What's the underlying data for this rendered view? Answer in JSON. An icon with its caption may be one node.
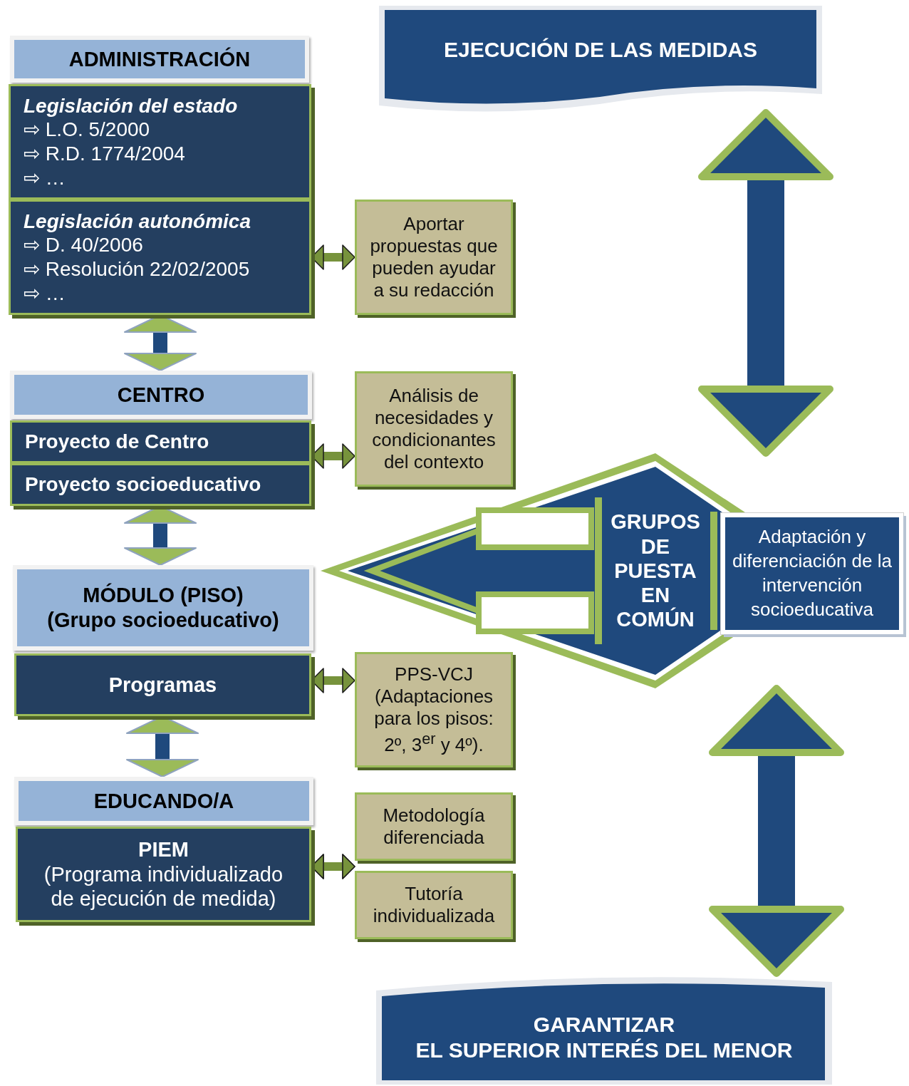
{
  "diagram": {
    "nodes": [
      {
        "text": [
          "ADMINISTRACIÓN"
        ]
      },
      {
        "text": [
          "Legislación del estado",
          "⇨ L.O. 5/2000",
          "⇨ R.D. 1774/2004",
          "⇨ …"
        ]
      },
      {
        "text": [
          "Legislación autonómica",
          "⇨ D. 40/2006",
          "⇨ Resolución 22/02/2005",
          "⇨ …"
        ]
      },
      {
        "text": [
          "Aportar propuestas que pueden ayudar a su redacción"
        ]
      },
      {
        "text": [
          "CENTRO"
        ]
      },
      {
        "text": [
          "Proyecto de Centro"
        ]
      },
      {
        "text": [
          "Proyecto socioeducativo"
        ]
      },
      {
        "text": [
          "Análisis de necesidades y condicionantes del contexto"
        ]
      },
      {
        "text": [
          "MÓDULO (PISO)",
          "(Grupo socioeducativo)"
        ]
      },
      {
        "text": [
          "Programas"
        ]
      },
      {
        "text": [
          "PPS-VCJ",
          "(Adaptaciones para los pisos: 2º, 3$^{er}$ y 4º)."
        ]
      },
      {
        "text": [
          "EDUCANDO/A"
        ]
      },
      {
        "text": [
          "PIEM",
          "(Programa individualizado de ejecución de medida)"
        ]
      },
      {
        "text": [
          "Metodología diferenciada"
        ]
      },
      {
        "text": [
          "Tutoría individualizada"
        ]
      },
      {
        "text": [
          "EJECUCIÓN DE LAS MEDIDAS"
        ]
      },
      {
        "text": [
          "GRUPOS DE PUESTA EN COMÚN"
        ]
      },
      {
        "text": [
          "Adaptación y diferenciación de la intervención socioeducativa"
        ]
      },
      {
        "text": [
          "GARANTIZAR",
          "EL SUPERIOR INTERÉS DEL MENOR"
        ]
      }
    ],
    "edges": [
      {
        "from": 2,
        "to": 3,
        "arrow": "both"
      },
      {
        "from": 5,
        "to": 7,
        "arrow": "both"
      },
      {
        "from": 9,
        "to": 10,
        "arrow": "both"
      },
      {
        "from": 12,
        "to": 13,
        "arrow": "both"
      },
      {
        "from": 12,
        "to": 14,
        "arrow": "both"
      },
      {
        "from": 2,
        "to": 4,
        "arrow": "both"
      },
      {
        "from": 6,
        "to": 8,
        "arrow": "both"
      },
      {
        "from": 9,
        "to": 11,
        "arrow": "both"
      },
      {
        "from": 15,
        "to": 16,
        "arrow": "both"
      },
      {
        "from": 16,
        "to": 18,
        "arrow": "both"
      }
    ]
  }
}
